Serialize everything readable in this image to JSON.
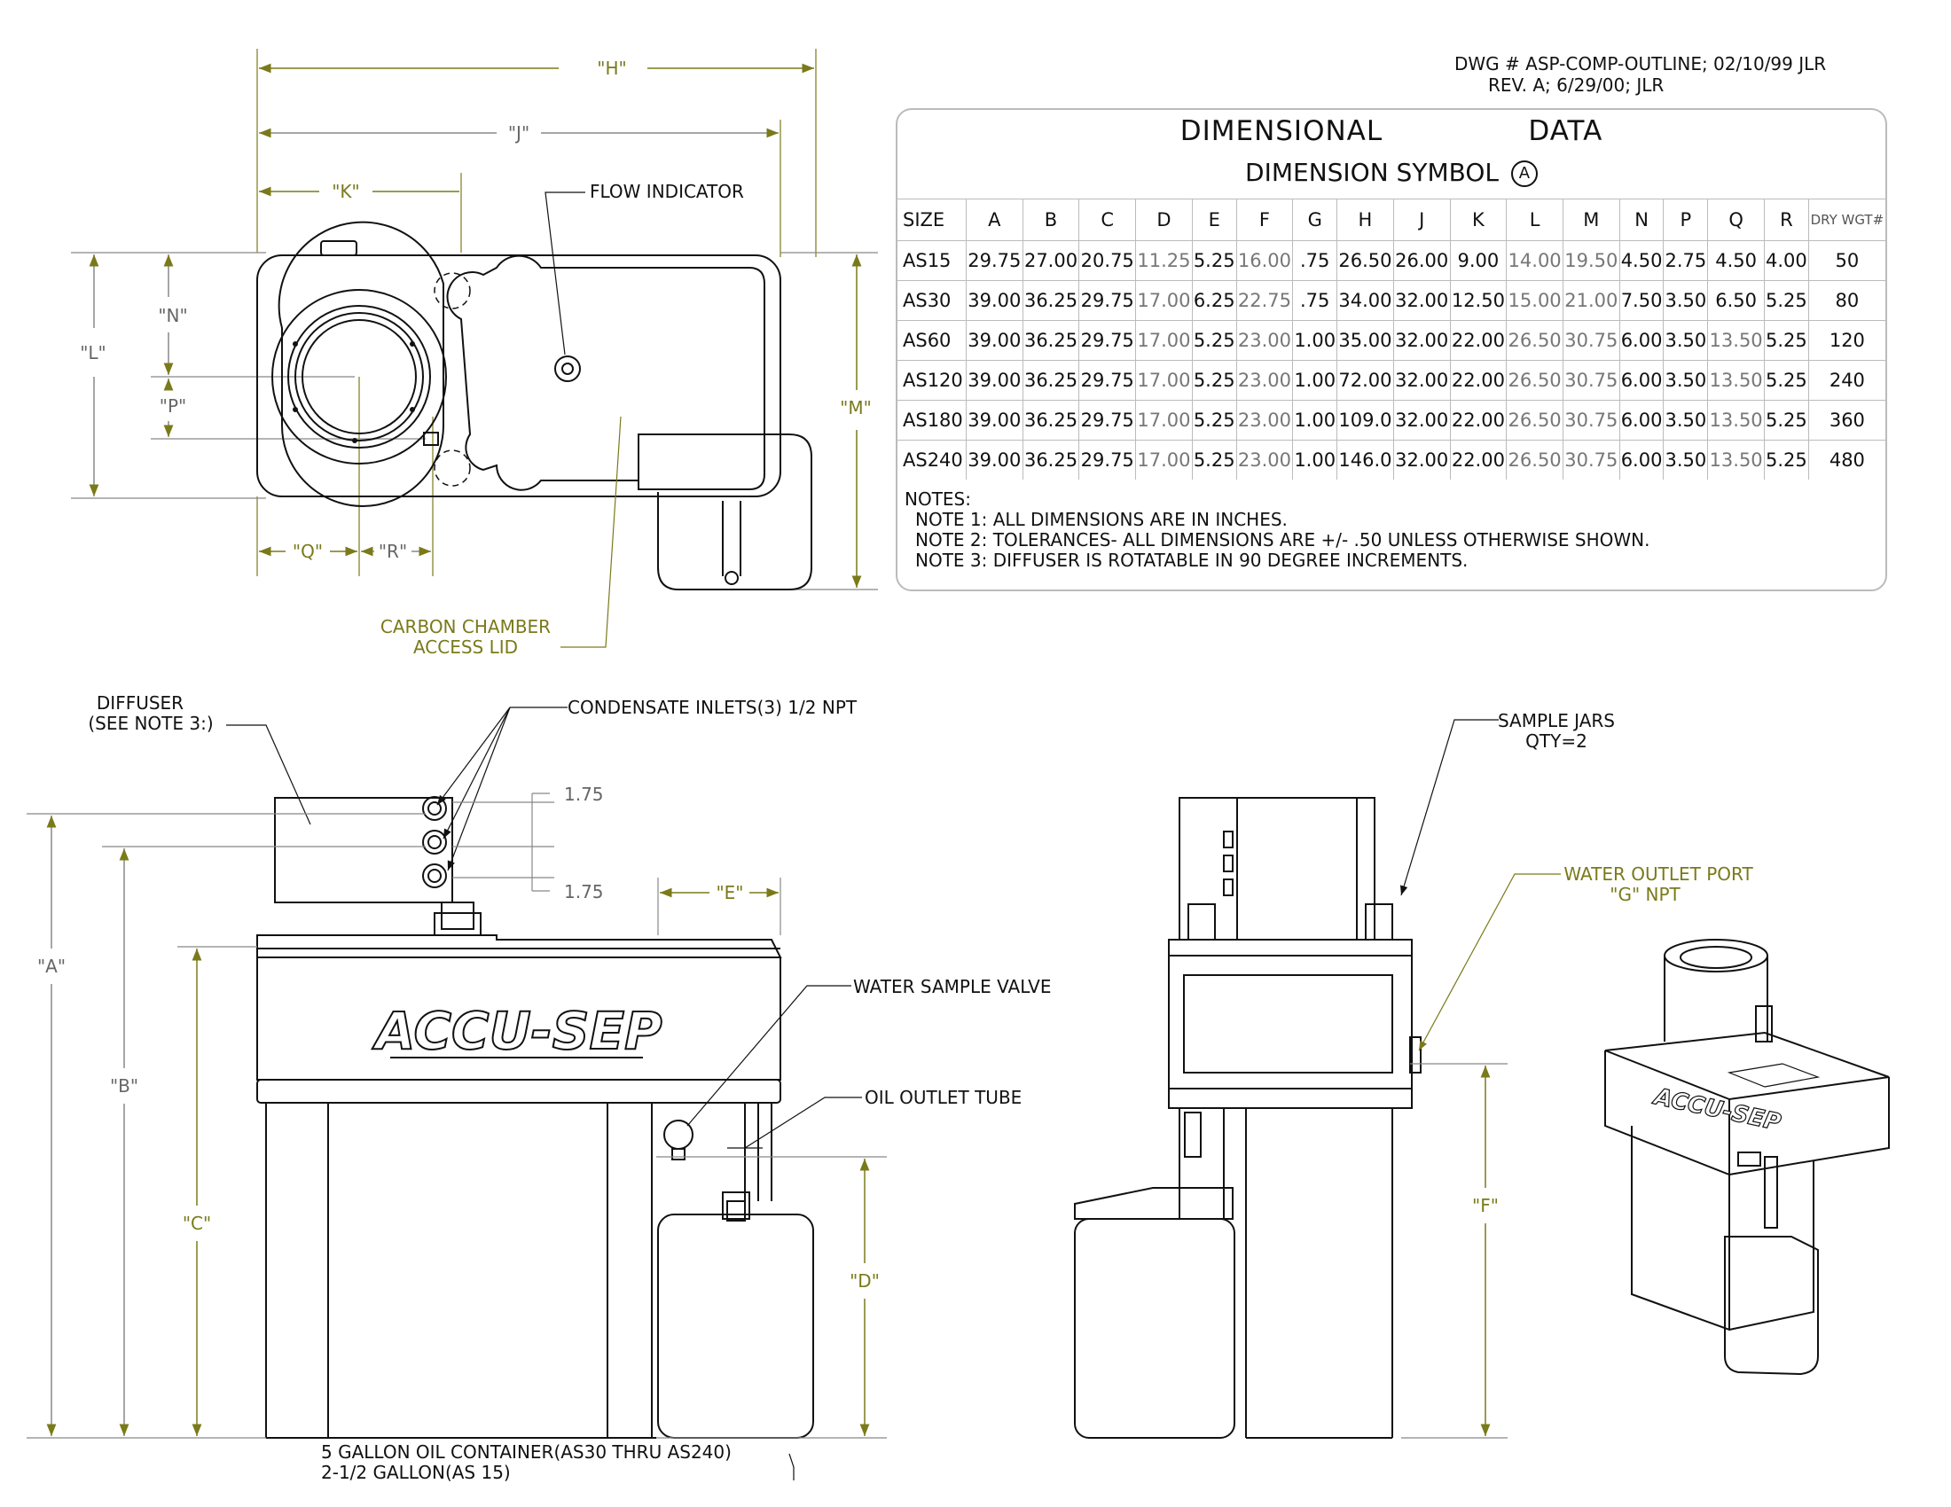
{
  "drawing": {
    "number_line": "DWG # ASP-COMP-OUTLINE; 02/10/99 JLR",
    "revision_line": "REV. A; 6/29/00; JLR"
  },
  "table": {
    "title": "DIMENSIONAL     DATA",
    "subtitle": "DIMENSION SYMBOL",
    "subtitle_symbol": "A",
    "headers": [
      "SIZE",
      "A",
      "B",
      "C",
      "D",
      "E",
      "F",
      "G",
      "H",
      "J",
      "K",
      "L",
      "M",
      "N",
      "P",
      "Q",
      "R",
      "DRY WGT#"
    ],
    "rows": [
      [
        "AS15",
        "29.75",
        "27.00",
        "20.75",
        "11.25",
        "5.25",
        "16.00",
        ".75",
        "26.50",
        "26.00",
        "9.00",
        "14.00",
        "19.50",
        "4.50",
        "2.75",
        "4.50",
        "4.00",
        "50"
      ],
      [
        "AS30",
        "39.00",
        "36.25",
        "29.75",
        "17.00",
        "6.25",
        "22.75",
        ".75",
        "34.00",
        "32.00",
        "12.50",
        "15.00",
        "21.00",
        "7.50",
        "3.50",
        "6.50",
        "5.25",
        "80"
      ],
      [
        "AS60",
        "39.00",
        "36.25",
        "29.75",
        "17.00",
        "5.25",
        "23.00",
        "1.00",
        "35.00",
        "32.00",
        "22.00",
        "26.50",
        "30.75",
        "6.00",
        "3.50",
        "13.50",
        "5.25",
        "120"
      ],
      [
        "AS120",
        "39.00",
        "36.25",
        "29.75",
        "17.00",
        "5.25",
        "23.00",
        "1.00",
        "72.00",
        "32.00",
        "22.00",
        "26.50",
        "30.75",
        "6.00",
        "3.50",
        "13.50",
        "5.25",
        "240"
      ],
      [
        "AS180",
        "39.00",
        "36.25",
        "29.75",
        "17.00",
        "5.25",
        "23.00",
        "1.00",
        "109.0",
        "32.00",
        "22.00",
        "26.50",
        "30.75",
        "6.00",
        "3.50",
        "13.50",
        "5.25",
        "360"
      ],
      [
        "AS240",
        "39.00",
        "36.25",
        "29.75",
        "17.00",
        "5.25",
        "23.00",
        "1.00",
        "146.0",
        "32.00",
        "22.00",
        "26.50",
        "30.75",
        "6.00",
        "3.50",
        "13.50",
        "5.25",
        "480"
      ]
    ]
  },
  "notes": {
    "heading": "NOTES:",
    "items": [
      "NOTE 1: ALL DIMENSIONS ARE IN INCHES.",
      "NOTE 2: TOLERANCES- ALL DIMENSIONS ARE +/- .50 UNLESS OTHERWISE SHOWN.",
      "NOTE 3: DIFFUSER IS ROTATABLE IN 90 DEGREE INCREMENTS."
    ]
  },
  "top_view": {
    "dim_h": "\"H\"",
    "dim_j": "\"J\"",
    "dim_k": "\"K\"",
    "dim_n": "\"N\"",
    "dim_l": "\"L\"",
    "dim_p": "\"P\"",
    "dim_m": "\"M\"",
    "dim_q": "\"Q\"",
    "dim_r": "\"R\"",
    "flow_indicator": "FLOW INDICATOR",
    "carbon_line1": "CARBON CHAMBER",
    "carbon_line2": "ACCESS LID"
  },
  "front_view": {
    "diffuser_line1": "DIFFUSER",
    "diffuser_line2": "(SEE NOTE 3:)",
    "condensate": "CONDENSATE INLETS(3) 1/2 NPT",
    "spacing_top": "1.75",
    "spacing_bottom": "1.75",
    "dim_e": "\"E\"",
    "dim_a": "\"A\"",
    "dim_b": "\"B\"",
    "dim_c": "\"C\"",
    "dim_d": "\"D\"",
    "logo": "ACCU-SEP",
    "water_sample_valve": "WATER SAMPLE VALVE",
    "oil_outlet_tube": "OIL OUTLET TUBE",
    "container_line1": "5 GALLON OIL CONTAINER(AS30 THRU AS240)",
    "container_line2": "2-1/2 GALLON(AS 15)"
  },
  "side_view": {
    "sample_jars_line1": "SAMPLE JARS",
    "sample_jars_line2": "QTY=2",
    "water_outlet_line1": "WATER OUTLET PORT",
    "water_outlet_line2": "\"G\" NPT",
    "dim_f": "\"F\""
  },
  "iso_view": {
    "logo": "ACCU-SEP"
  }
}
